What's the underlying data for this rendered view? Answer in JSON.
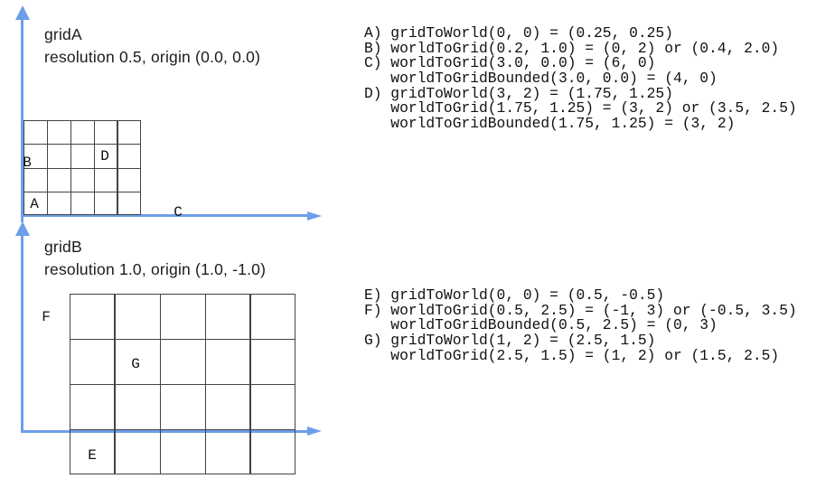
{
  "gridA": {
    "title": "gridA",
    "subtitle": "resolution 0.5, origin (0.0, 0.0)",
    "labels": {
      "A": "A",
      "B": "B",
      "C": "C",
      "D": "D"
    }
  },
  "gridB": {
    "title": "gridB",
    "subtitle": "resolution 1.0, origin (1.0, -1.0)",
    "labels": {
      "E": "E",
      "F": "F",
      "G": "G"
    }
  },
  "annotations": {
    "gridA_lines": [
      "A) gridToWorld(0, 0) = (0.25, 0.25)",
      "B) worldToGrid(0.2, 1.0) = (0, 2) or (0.4, 2.0)",
      "C) worldToGrid(3.0, 0.0) = (6, 0)",
      "   worldToGridBounded(3.0, 0.0) = (4, 0)",
      "D) gridToWorld(3, 2) = (1.75, 1.25)",
      "   worldToGrid(1.75, 1.25) = (3, 2) or (3.5, 2.5)",
      "   worldToGridBounded(1.75, 1.25) = (3, 2)"
    ],
    "gridB_lines": [
      "E) gridToWorld(0, 0) = (0.5, -0.5)",
      "F) worldToGrid(0.5, 2.5) = (-1, 3) or (-0.5, 3.5)",
      "   worldToGridBounded(0.5, 2.5) = (0, 3)",
      "G) gridToWorld(1, 2) = (2.5, 1.5)",
      "   worldToGrid(2.5, 1.5) = (1, 2) or (1.5, 2.5)"
    ]
  },
  "colors": {
    "axis_blue": "#6d9eeb",
    "grid_line": "#434343",
    "text": "#1c1c1c"
  }
}
